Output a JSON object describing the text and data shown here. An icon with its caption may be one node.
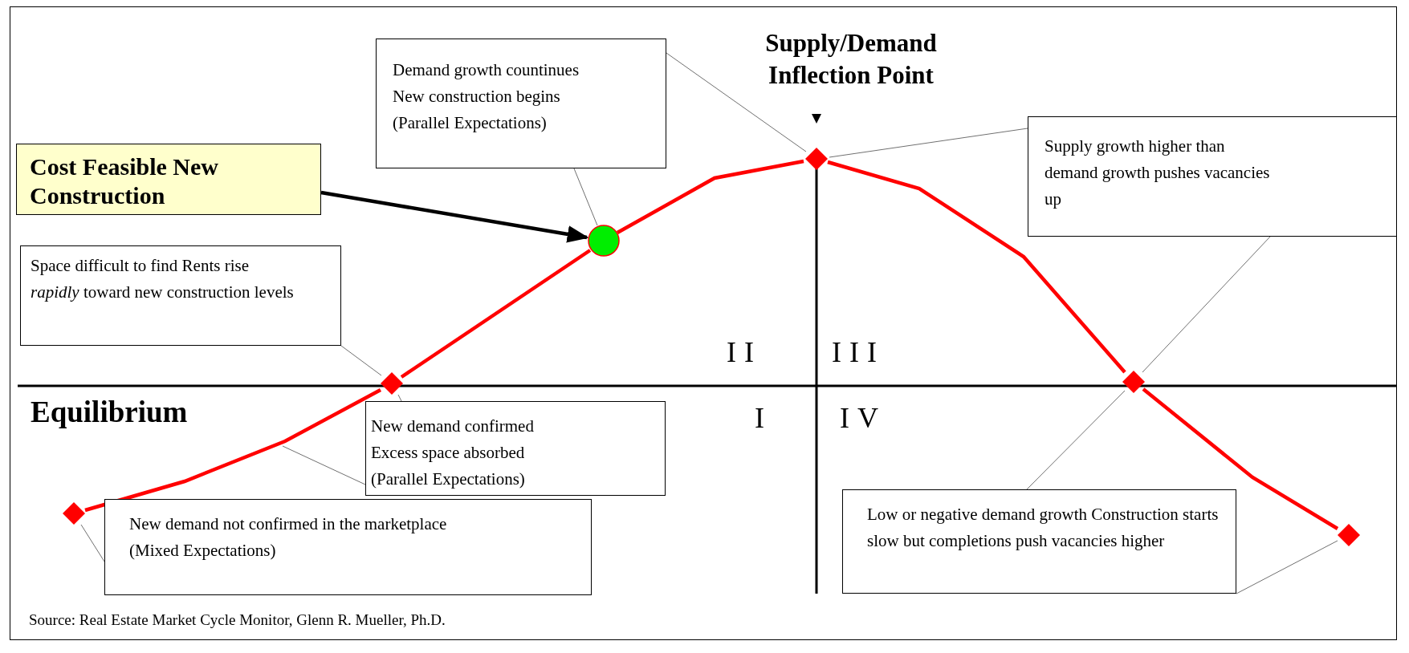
{
  "diagram": {
    "caption": "Source: Real Estate Market Cycle Monitor, Glenn R. Mueller, Ph.D.",
    "nodes": [
      {
        "text": [
          "Cost Feasible New Construction"
        ]
      },
      {
        "text": [
          "Demand growth countinues New construction begins (Parallel Expectations)"
        ]
      },
      {
        "text": [
          "Supply growth higher than demand growth pushes vacancies up"
        ]
      },
      {
        "text": [
          "Space difficult to find Rents rise *rapidly* toward new construction levels"
        ]
      },
      {
        "text": [
          "New demand confirmed Excess space absorbed (Parallel Expectations)"
        ]
      },
      {
        "text": [
          "New demand not confirmed in the marketplace (Mixed Expectations)"
        ]
      },
      {
        "text": [
          "Low or negative demand growth Construction starts slow but completions push vacancies higher"
        ]
      },
      {
        "text": [],
        "shape": "diamond"
      },
      {
        "text": [],
        "shape": "diamond"
      },
      {
        "text": [],
        "shape": "circle"
      },
      {
        "text": [],
        "shape": "diamond"
      },
      {
        "text": [],
        "shape": "diamond"
      },
      {
        "text": [],
        "shape": "diamond"
      }
    ],
    "edges": [
      {
        "from": 0,
        "to": 9,
        "arrow": "to",
        "style": "thick",
        "color": "#000000"
      },
      {
        "from": 1,
        "to": 9,
        "arrow": "none"
      },
      {
        "from": 1,
        "to": 10,
        "arrow": "none"
      },
      {
        "from": 2,
        "to": 10,
        "arrow": "none"
      },
      {
        "from": 2,
        "to": 11,
        "arrow": "none"
      },
      {
        "from": 3,
        "to": 8,
        "arrow": "none"
      },
      {
        "from": 4,
        "to": 8,
        "arrow": "none"
      },
      {
        "from": 4,
        "to": null,
        "arrow": "none"
      },
      {
        "from": 5,
        "to": 7,
        "arrow": "none"
      },
      {
        "from": 6,
        "to": 11,
        "arrow": "none"
      },
      {
        "from": 6,
        "to": 12,
        "arrow": "none"
      },
      {
        "from": 7,
        "to": 8,
        "arrow": "none",
        "style": "thick",
        "color": "#ff0000"
      },
      {
        "from": 8,
        "to": 9,
        "arrow": "none",
        "style": "thick",
        "color": "#ff0000"
      },
      {
        "from": 9,
        "to": 10,
        "arrow": "none",
        "style": "thick",
        "color": "#ff0000"
      },
      {
        "from": 10,
        "to": 11,
        "arrow": "none",
        "style": "thick",
        "color": "#ff0000"
      },
      {
        "from": 11,
        "to": 12,
        "arrow": "none",
        "style": "thick",
        "color": "#ff0000"
      }
    ],
    "labels": [
      "Supply/Demand Inflection Point",
      "II",
      "III",
      "Equilibrium",
      "I",
      "IV"
    ]
  }
}
